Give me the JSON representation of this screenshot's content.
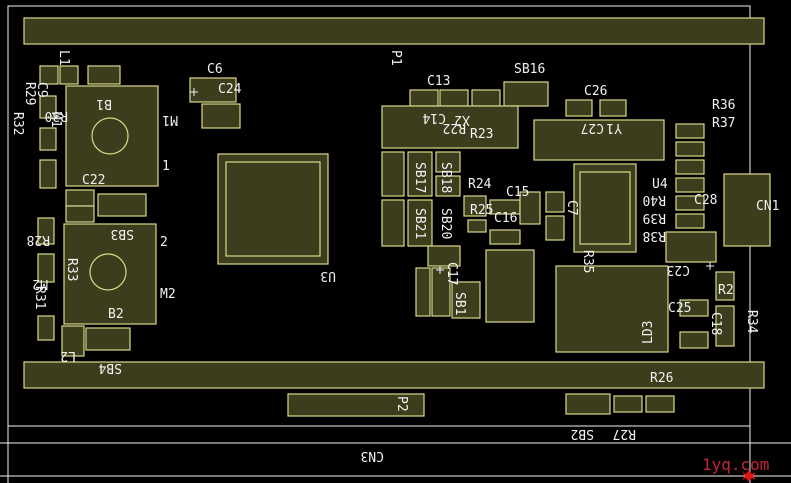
{
  "colors": {
    "background": "#000000",
    "pad_fill": "#3b3d1c",
    "pad_stroke": "#d9d98a",
    "silk": "#f2f2f2",
    "watermark": "#c6233b",
    "marker": "#e11717"
  },
  "labels": {
    "P1": "P1",
    "P2": "P2",
    "L1": "L1",
    "L2": "L2",
    "C6": "C6",
    "C24": "C24",
    "C13": "C13",
    "SB16": "SB16",
    "C26": "C26",
    "R36": "R36",
    "R37": "R37",
    "C9": "C9",
    "R29": "R29",
    "R32": "R32",
    "R30": "R30",
    "B1": "B1",
    "M1": "M1",
    "M1b": "M1",
    "num1": "1",
    "C22": "C22",
    "R22": "R22",
    "X2": "X2",
    "C14": "C14",
    "R23": "R23",
    "C27": "C27",
    "Y1": "Y1",
    "SB17": "SB17",
    "SB18": "SB18",
    "SB20": "SB20",
    "SB21": "SB21",
    "R24": "R24",
    "C15": "C15",
    "C7": "C7",
    "U4": "U4",
    "R40": "R40",
    "R39": "R39",
    "R38": "R38",
    "C28": "C28",
    "CN1": "CN1",
    "R25": "R25",
    "C16": "C16",
    "U3": "U3",
    "R28": "R28",
    "SB3": "SB3",
    "num2": "2",
    "R33": "R33",
    "M2": "M2",
    "M2b": "M2",
    "B2": "B2",
    "R31": "R31",
    "R35": "R35",
    "C23": "C23",
    "R2": "R2",
    "C17": "C17",
    "SB1": "SB1",
    "LD3": "LD3",
    "C25": "C25",
    "C18": "C18",
    "R34": "R34",
    "SB4": "SB4",
    "R26": "R26",
    "R27": "R27",
    "SB2": "SB2",
    "CN3": "CN3"
  },
  "watermark": "1yq.com"
}
